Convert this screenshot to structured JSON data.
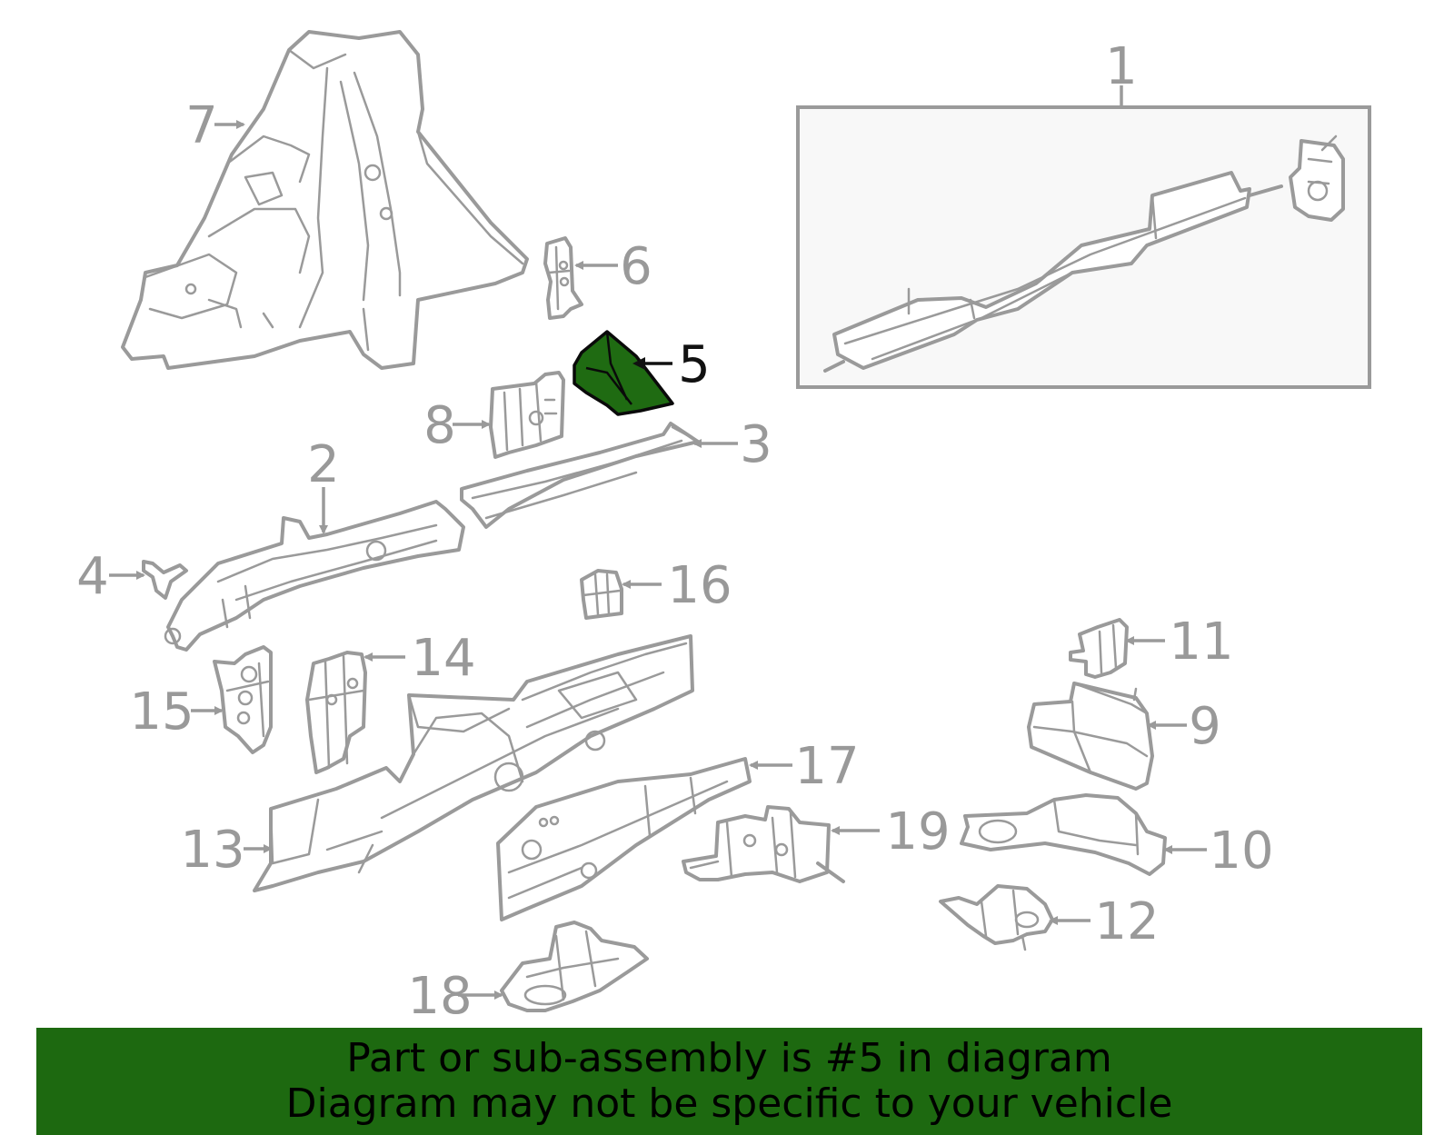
{
  "diagram": {
    "highlighted_part": "5",
    "highlight_color": "#1f6b12",
    "line_color": "#9a9a9a",
    "callouts": [
      {
        "id": "1",
        "label": "1"
      },
      {
        "id": "2",
        "label": "2"
      },
      {
        "id": "3",
        "label": "3"
      },
      {
        "id": "4",
        "label": "4"
      },
      {
        "id": "5",
        "label": "5"
      },
      {
        "id": "6",
        "label": "6"
      },
      {
        "id": "7",
        "label": "7"
      },
      {
        "id": "8",
        "label": "8"
      },
      {
        "id": "9",
        "label": "9"
      },
      {
        "id": "10",
        "label": "10"
      },
      {
        "id": "11",
        "label": "11"
      },
      {
        "id": "12",
        "label": "12"
      },
      {
        "id": "13",
        "label": "13"
      },
      {
        "id": "14",
        "label": "14"
      },
      {
        "id": "15",
        "label": "15"
      },
      {
        "id": "16",
        "label": "16"
      },
      {
        "id": "17",
        "label": "17"
      },
      {
        "id": "18",
        "label": "18"
      },
      {
        "id": "19",
        "label": "19"
      }
    ]
  },
  "footer": {
    "background_color": "#1d6910",
    "line1": "Part or sub-assembly is #5 in diagram",
    "line2": "Diagram may not be specific to your vehicle"
  }
}
